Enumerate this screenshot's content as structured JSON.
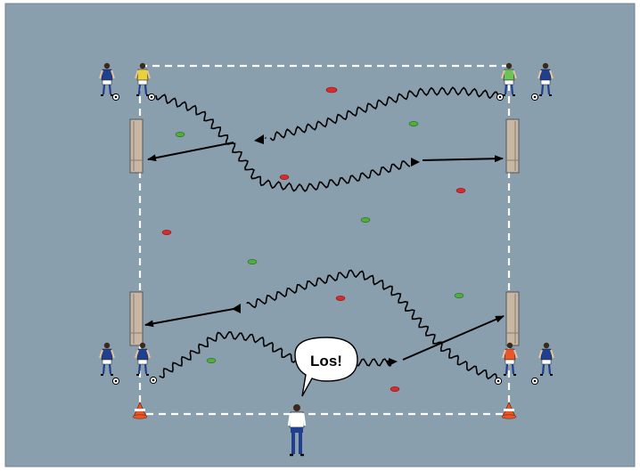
{
  "diagram": {
    "background_color": "#8a9fae",
    "field_line_color": "#ffffff",
    "cone_colors": {
      "red": "#d92b2b",
      "green": "#4fae3c"
    },
    "shirt_colors": {
      "yellow": "#e8d43a",
      "green": "#6ac45a",
      "blue": "#1f3f8f",
      "orange": "#e8562a"
    },
    "coach_callout": {
      "text": "Los!"
    },
    "icons": [
      "player-figure",
      "ball-icon",
      "cone-icon",
      "mini-goal",
      "coach-figure",
      "speech-bubble"
    ]
  }
}
